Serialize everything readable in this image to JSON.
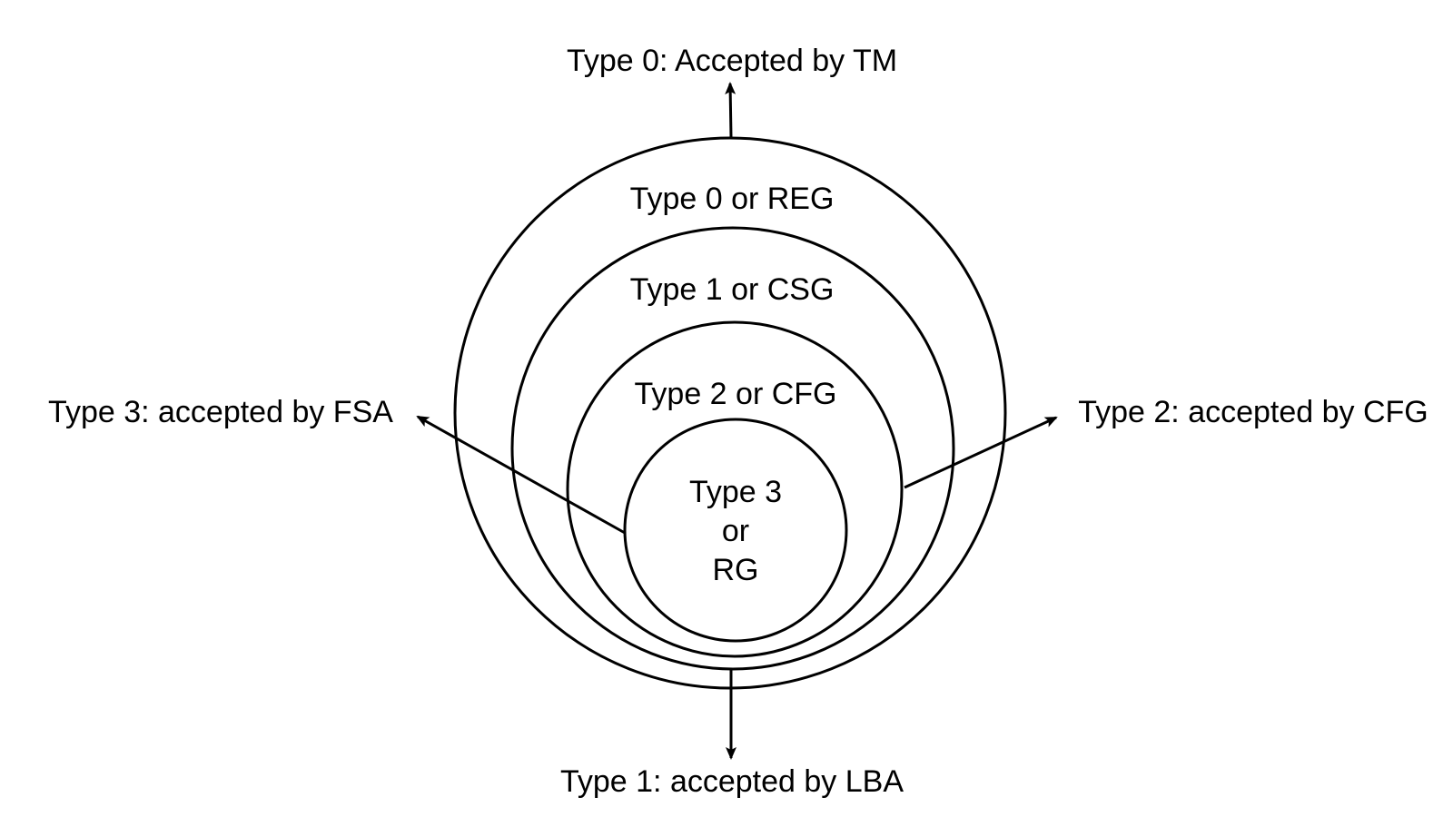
{
  "colors": {
    "stroke": "#000000",
    "background": "#ffffff",
    "text": "#000000"
  },
  "rings": {
    "type0": "Type 0 or REG",
    "type1": "Type 1 or CSG",
    "type2": "Type 2 or CFG",
    "type3_line1": "Type 3",
    "type3_line2": "or",
    "type3_line3": "RG"
  },
  "annotations": {
    "top": "Type 0: Accepted by TM",
    "left": "Type 3: accepted by FSA",
    "right": "Type 2: accepted by CFG",
    "bottom": "Type 1: accepted by LBA"
  }
}
